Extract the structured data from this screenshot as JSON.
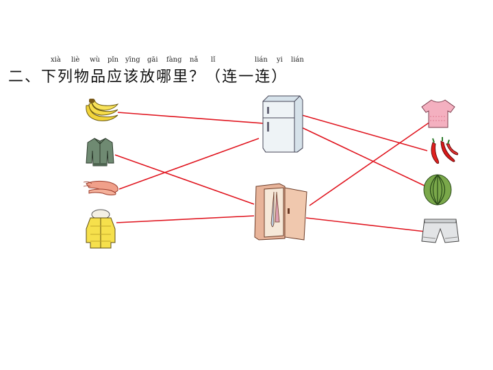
{
  "heading": {
    "number": "二、",
    "chars": [
      "下",
      "列",
      "物",
      "品",
      "应",
      "该",
      "放",
      "哪",
      "里"
    ],
    "pinyin": [
      "xià",
      "liè",
      "wù",
      "pǐn",
      "yīng",
      "gāi",
      "fàng",
      "nǎ",
      "lǐ"
    ],
    "question": "？",
    "paren_open": "（",
    "paren_close": "）",
    "lian_chars": [
      "连",
      "一",
      "连"
    ],
    "lian_pinyin": [
      "lián",
      "yi",
      "lián"
    ]
  },
  "icons": {
    "left": [
      "banana-icon",
      "jacket-icon",
      "shrimp-icon",
      "down-coat-icon"
    ],
    "center": [
      "refrigerator-icon",
      "wardrobe-icon"
    ],
    "right": [
      "tshirt-icon",
      "chili-pepper-icon",
      "watermelon-icon",
      "shorts-icon"
    ]
  },
  "line_color": "#e0141e"
}
